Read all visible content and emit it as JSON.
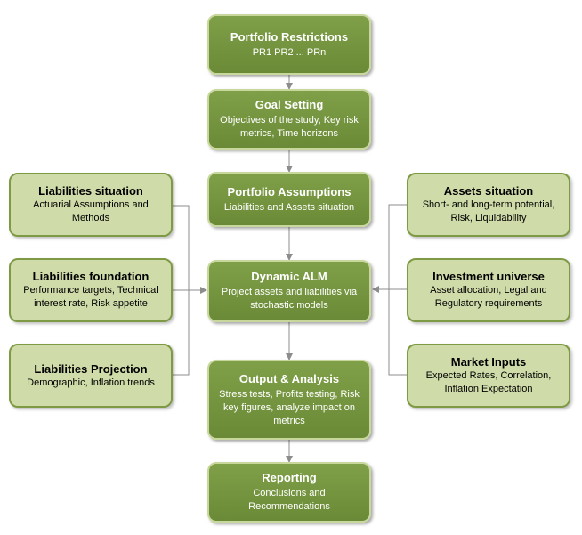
{
  "center": [
    {
      "title": "Portfolio Restrictions",
      "body": "PR1 PR2 ... PRn"
    },
    {
      "title": "Goal Setting",
      "body": "Objectives of the study, Key risk metrics, Time horizons"
    },
    {
      "title": "Portfolio Assumptions",
      "body": "Liabilities and Assets situation"
    },
    {
      "title": "Dynamic ALM",
      "body": "Project assets and liabilities via stochastic models"
    },
    {
      "title": "Output & Analysis",
      "body": "Stress tests, Profits testing, Risk key figures,  analyze impact on metrics"
    },
    {
      "title": "Reporting",
      "body": "Conclusions and Recommendations"
    }
  ],
  "left": [
    {
      "title": "Liabilities situation",
      "body": "Actuarial Assumptions and Methods"
    },
    {
      "title": "Liabilities  foundation",
      "body": "Performance targets, Technical interest rate, Risk appetite"
    },
    {
      "title": "Liabilities Projection",
      "body": "Demographic, Inflation trends"
    }
  ],
  "right": [
    {
      "title": "Assets situation",
      "body": "Short- and long-term potential, Risk, Liquidability"
    },
    {
      "title": "Investment universe",
      "body": "Asset allocation, Legal and Regulatory requirements"
    },
    {
      "title": "Market Inputs",
      "body": "Expected Rates, Correlation, Inflation Expectation"
    }
  ],
  "colors": {
    "main_fill": "#76963f",
    "side_fill": "#cfdca9",
    "connector": "#8c8c8c"
  }
}
